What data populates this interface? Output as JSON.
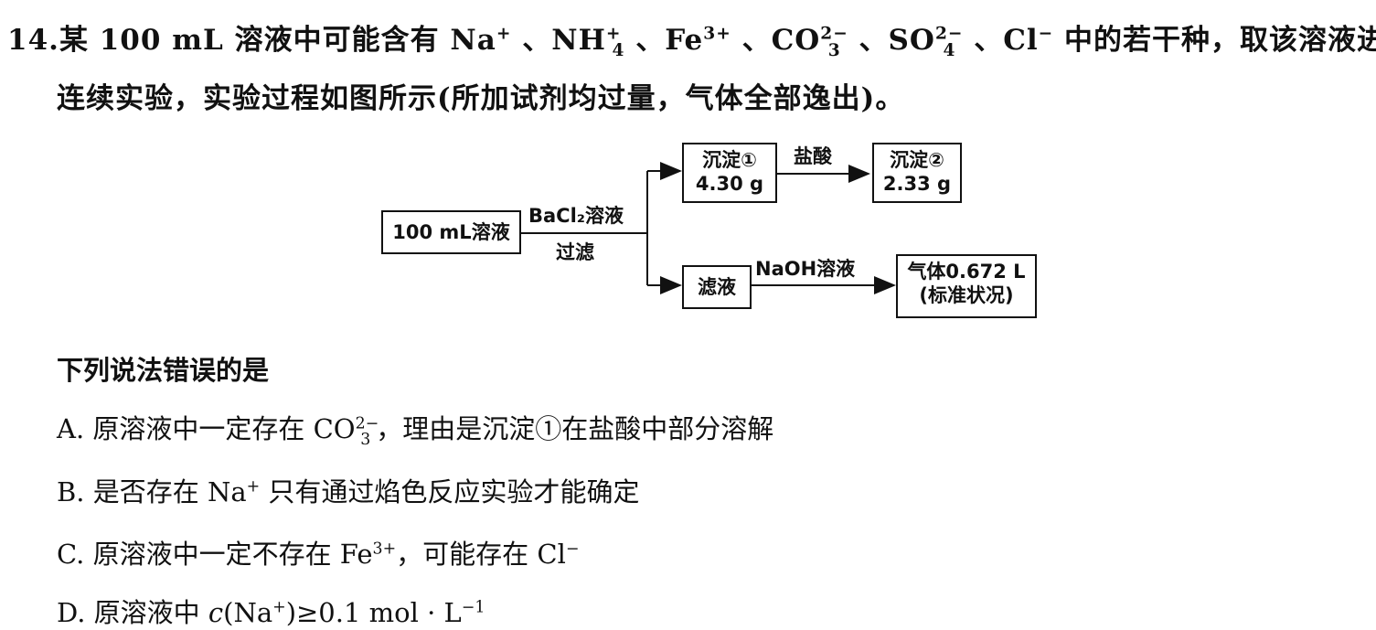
{
  "question": {
    "number": "14.",
    "line1_a": "某 100 mL 溶液中可能含有 Na",
    "na_sup": "+",
    "line1_b": " 、NH",
    "nh_sup": "+",
    "nh_sub": "4",
    "line1_c": " 、Fe",
    "fe_sup": "3+",
    "line1_d": " 、CO",
    "co_sup": "2−",
    "co_sub": "3",
    "line1_e": " 、SO",
    "so_sup": "2−",
    "so_sub": "4",
    "line1_f": " 、Cl",
    "cl_sup": "−",
    "line1_g": " 中的若干种，取该溶液进行",
    "line2": "连续实验，实验过程如图所示(所加试剂均过量，气体全部逸出)。"
  },
  "diagram": {
    "start_box": "100 mL溶液",
    "reagent1_top": "BaCl₂溶液",
    "reagent1_bottom": "过滤",
    "precip1_line1": "沉淀①",
    "precip1_line2": "4.30 g",
    "reagent2": "盐酸",
    "precip2_line1": "沉淀②",
    "precip2_line2": "2.33 g",
    "filtrate": "滤液",
    "reagent3": "NaOH溶液",
    "gas_line1": "气体0.672 L",
    "gas_line2": "(标准状况)"
  },
  "prompt": "下列说法错误的是",
  "options": {
    "A_a": "A. 原溶液中一定存在 CO",
    "A_sup": "2−",
    "A_sub": "3",
    "A_b": "，理由是沉淀①在盐酸中部分溶解",
    "B_a": "B. 是否存在 Na",
    "B_sup": "+",
    "B_b": " 只有通过焰色反应实验才能确定",
    "C_a": "C. 原溶液中一定不存在 Fe",
    "C_sup": "3+",
    "C_b": "，可能存在 Cl",
    "C_sup2": "−",
    "D_a": "D. 原溶液中 ",
    "D_c": "c",
    "D_b": "(Na",
    "D_sup": "+",
    "D_d": ")≥0.1 mol · L",
    "D_sup2": "−1"
  }
}
